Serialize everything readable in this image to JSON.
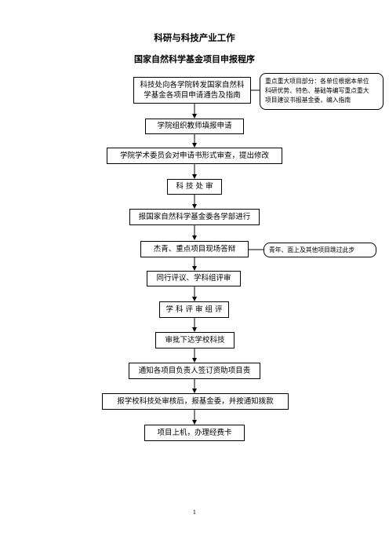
{
  "header": {
    "title": "科研与科技产业工作",
    "subtitle": "国家自然科学基金项目申报程序"
  },
  "steps": [
    {
      "label_line1": "科技处向各学院转发国家自然科",
      "label_line2": "学基金各项目申请通告及指南"
    },
    {
      "label": "学院组织教师填报申请"
    },
    {
      "label": "学院学术委员会对申请书形式审查，提出修改"
    },
    {
      "label": "科 技 处 审"
    },
    {
      "label": "报国家自然科学基金委各学部进行"
    },
    {
      "label": "杰青、重点项目现场答辩"
    },
    {
      "label": "同行评议、学科组评审"
    },
    {
      "label": "学 科 评 审 组 评"
    },
    {
      "label": "审批下达学校科技"
    },
    {
      "label": "通知各项目负责人签订资助项目责"
    },
    {
      "label": "报学校科技处审核后，报基金委，并按通知拨款"
    },
    {
      "label": "项目上机，办理经费卡"
    }
  ],
  "notes": {
    "key_projects": {
      "line1": "重点重大项目部分：各单位根据本单位",
      "line2": "科研优势、特色、基础等编写重点重大",
      "line3": "项目建议书报基金委，编入指南"
    },
    "skip_step": "青年、面上及其他项目跳过此步"
  },
  "footer": {
    "page_number": "1"
  }
}
